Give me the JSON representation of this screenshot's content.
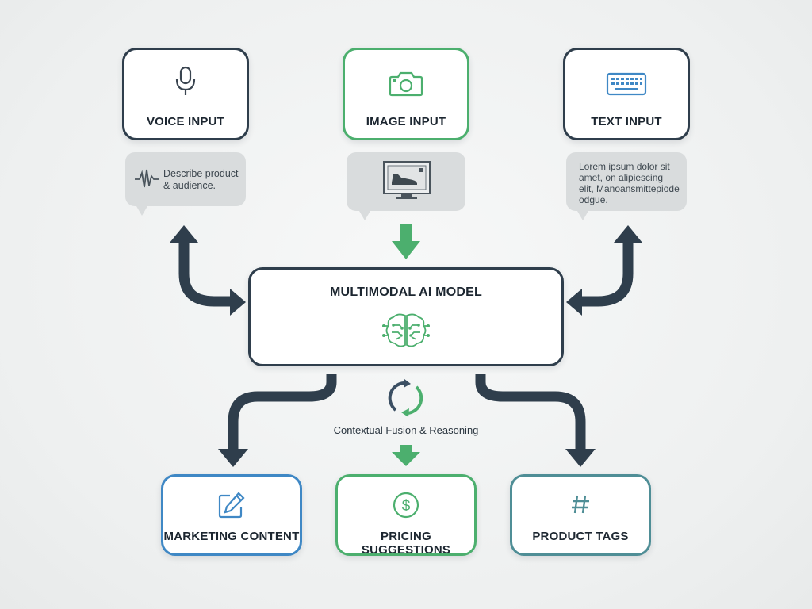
{
  "colors": {
    "dark": "#2f3e4c",
    "green": "#4caf6e",
    "blue": "#3f88c5",
    "teal": "#4f8e96",
    "bubble": "#d9dcdd"
  },
  "inputs": {
    "voice": {
      "title": "VOICE INPUT",
      "icon": "microphone-icon",
      "bubble_text": "Describe product & audience.",
      "bubble_icon": "waveform-icon"
    },
    "image": {
      "title": "IMAGE INPUT",
      "icon": "camera-icon",
      "bubble_icon": "shoe-image-monitor-icon"
    },
    "text": {
      "title": "TEXT INPUT",
      "icon": "keyboard-icon",
      "bubble_text": "Lorem ipsum dolor sit amet, ɵn alipiescing elit, Manoansmittepiode odgue."
    }
  },
  "model": {
    "title": "MULTIMODAL AI MODEL",
    "icon": "brain-circuit-icon"
  },
  "process": {
    "label": "Contextual Fusion & Reasoning",
    "icon": "cycle-icon"
  },
  "outputs": {
    "marketing": {
      "title": "MARKETING CONTENT",
      "icon": "edit-pencil-icon"
    },
    "pricing": {
      "title": "PRICING SUGGESTIONS",
      "icon": "dollar-icon"
    },
    "tags": {
      "title": "PRODUCT TAGS",
      "icon": "hashtag-icon"
    }
  }
}
